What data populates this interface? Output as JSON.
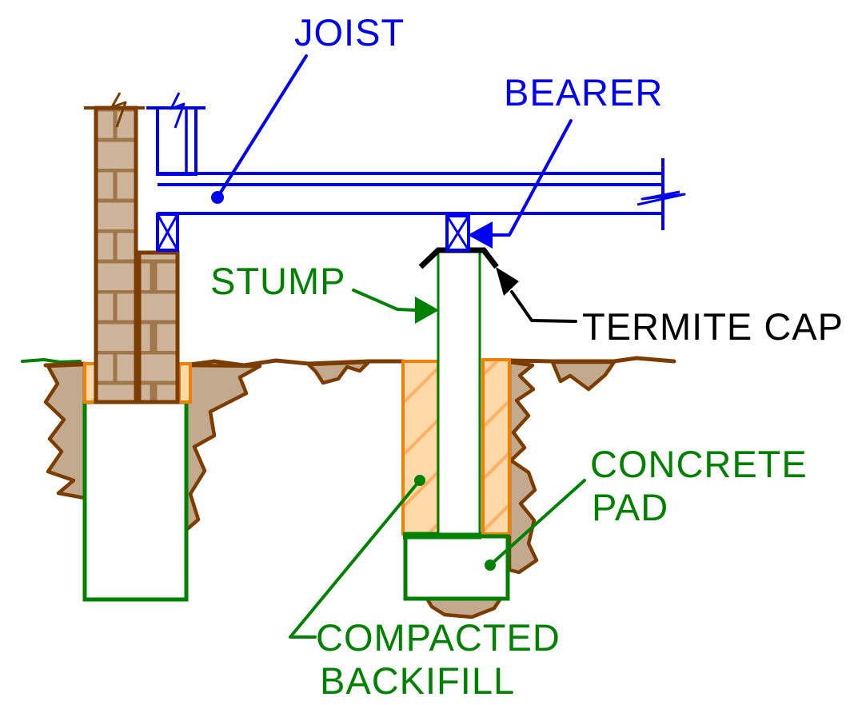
{
  "figure": {
    "type": "construction-detail-diagram",
    "description": "Timber floor on stump footing detail",
    "labels": {
      "joist": "JOIST",
      "bearer": "BEARER",
      "stump": "STUMP",
      "termite_cap": "TERMITE CAP",
      "concrete_pad": [
        "CONCRETE",
        "PAD"
      ],
      "compacted_backfill": [
        "COMPACTED",
        "BACKIFILL"
      ]
    },
    "colors": {
      "background": "#FFFFFF",
      "structure_blue": "#0000F0",
      "label_green": "#008000",
      "label_black": "#000000",
      "earth_brown": "#7B3C00",
      "brick_fill": "#CDB49B",
      "brick_joint": "#A0764B",
      "ground_fill": "#C3AA8E",
      "backfill_outline": "#F08000",
      "backfill_fill": "#FFD9A8",
      "backfill_hatch": "#FFB066"
    }
  }
}
